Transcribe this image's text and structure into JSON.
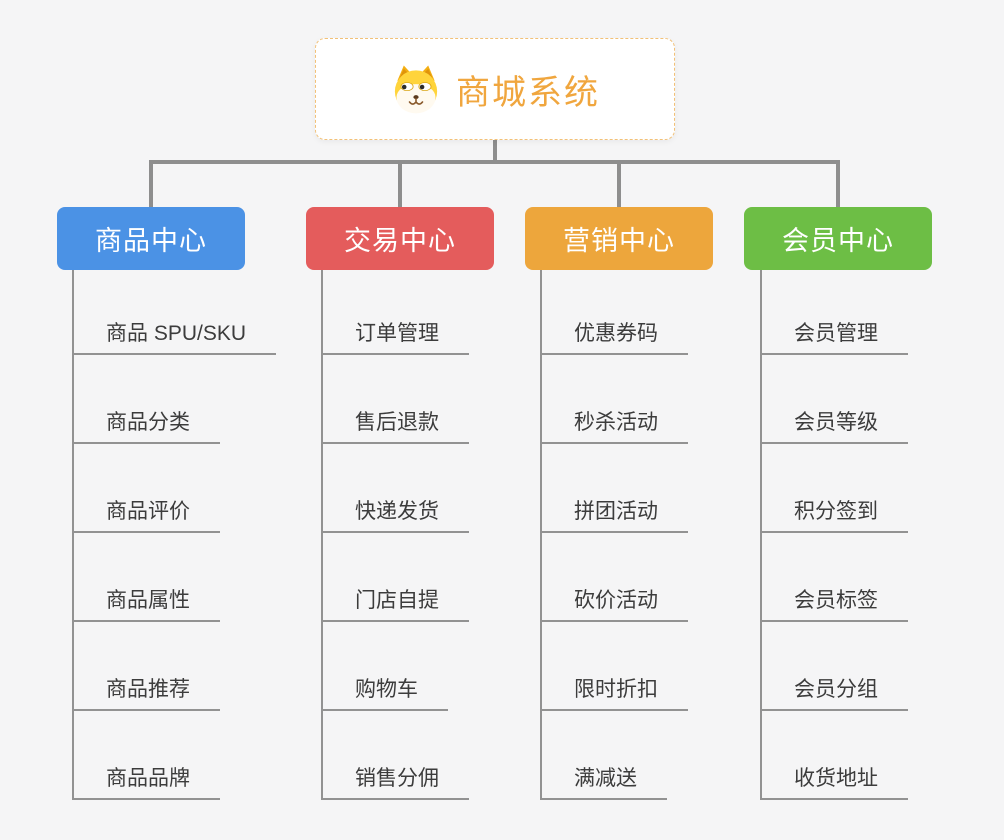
{
  "page": {
    "background_color": "#f5f5f6",
    "connector_color": "#8e8e8e",
    "leaf_line_color": "#929292",
    "leaf_text_color": "#3c3c3c"
  },
  "root": {
    "title": "商城系统",
    "icon": "dog-icon",
    "text_color": "#f0a63e",
    "border_color": "#f2c178",
    "background_color": "#ffffff"
  },
  "branches": [
    {
      "label": "商品中心",
      "color": "#4b92e5",
      "items": [
        "商品 SPU/SKU",
        "商品分类",
        "商品评价",
        "商品属性",
        "商品推荐",
        "商品品牌"
      ]
    },
    {
      "label": "交易中心",
      "color": "#e45c5c",
      "items": [
        "订单管理",
        "售后退款",
        "快递发货",
        "门店自提",
        "购物车",
        "销售分佣"
      ]
    },
    {
      "label": "营销中心",
      "color": "#eda63c",
      "items": [
        "优惠券码",
        "秒杀活动",
        "拼团活动",
        "砍价活动",
        "限时折扣",
        "满减送"
      ]
    },
    {
      "label": "会员中心",
      "color": "#6dbe45",
      "items": [
        "会员管理",
        "会员等级",
        "积分签到",
        "会员标签",
        "会员分组",
        "收货地址"
      ]
    }
  ]
}
